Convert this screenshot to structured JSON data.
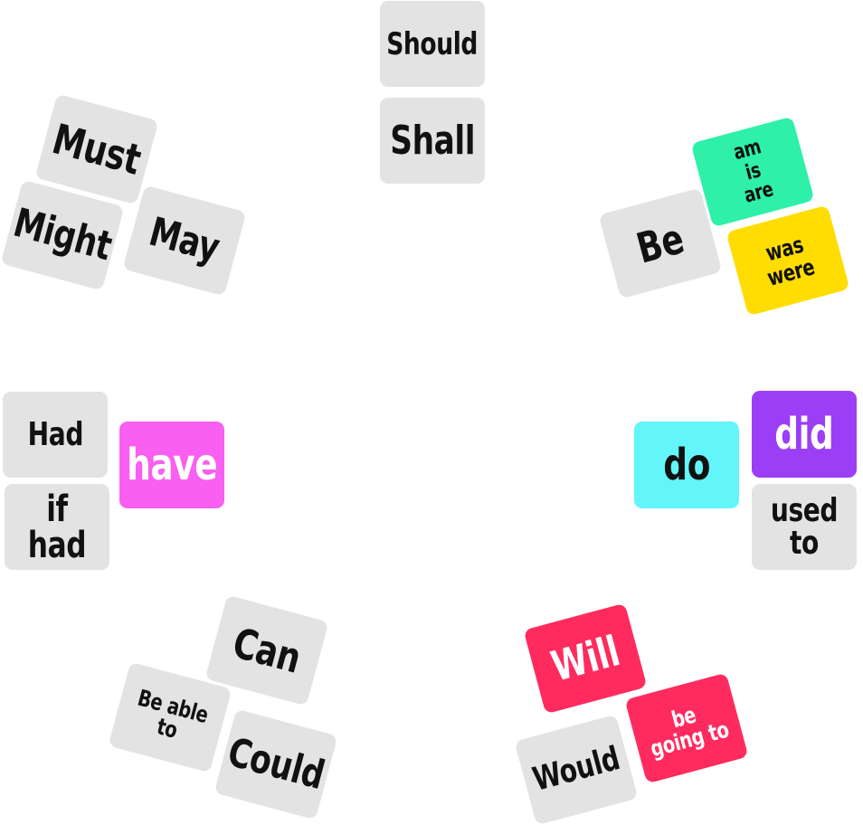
{
  "cards": {
    "should": "Should",
    "shall": "Shall",
    "must": "Must",
    "might": "Might",
    "may": "May",
    "be": "Be",
    "am_is_are": "am\nis\nare",
    "was_were": "was\nwere",
    "had": "Had",
    "if_had": "if had",
    "have": "have",
    "do": "do",
    "did": "did",
    "used_to": "used to",
    "can": "Can",
    "be_able_to": "Be able to",
    "could": "Could",
    "will": "Will",
    "would": "Would",
    "be_going_to": "be going to"
  },
  "colors": {
    "grey": "#e3e3e3",
    "green": "#2ef0a8",
    "yellow": "#ffdd00",
    "magenta": "#f95ff0",
    "cyan": "#62f6fb",
    "purple": "#9c3ef6",
    "red": "#ff2b5e"
  }
}
